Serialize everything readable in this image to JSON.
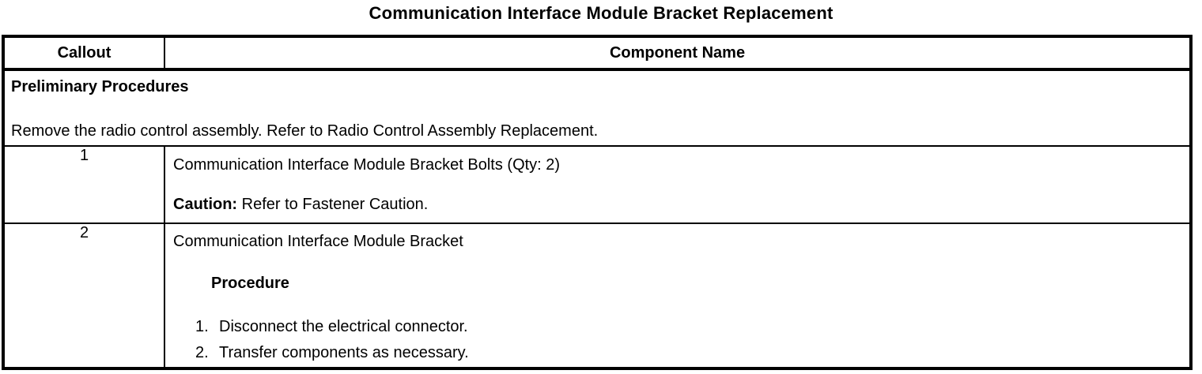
{
  "page": {
    "title": "Communication Interface Module Bracket Replacement"
  },
  "table": {
    "header": {
      "callout": "Callout",
      "component_name": "Component Name"
    },
    "preliminary": {
      "heading": "Preliminary Procedures",
      "text": "Remove the radio control assembly. Refer to Radio Control Assembly Replacement."
    },
    "rows": [
      {
        "callout": "1",
        "component": "Communication Interface Module Bracket Bolts (Qty: 2)",
        "caution_label": "Caution:",
        "caution_text": " Refer to Fastener Caution."
      },
      {
        "callout": "2",
        "component": "Communication Interface Module Bracket",
        "procedure_label": "Procedure",
        "steps": [
          {
            "num": "1.",
            "text": "Disconnect the electrical connector."
          },
          {
            "num": "2.",
            "text": "Transfer components as necessary."
          }
        ]
      }
    ]
  }
}
